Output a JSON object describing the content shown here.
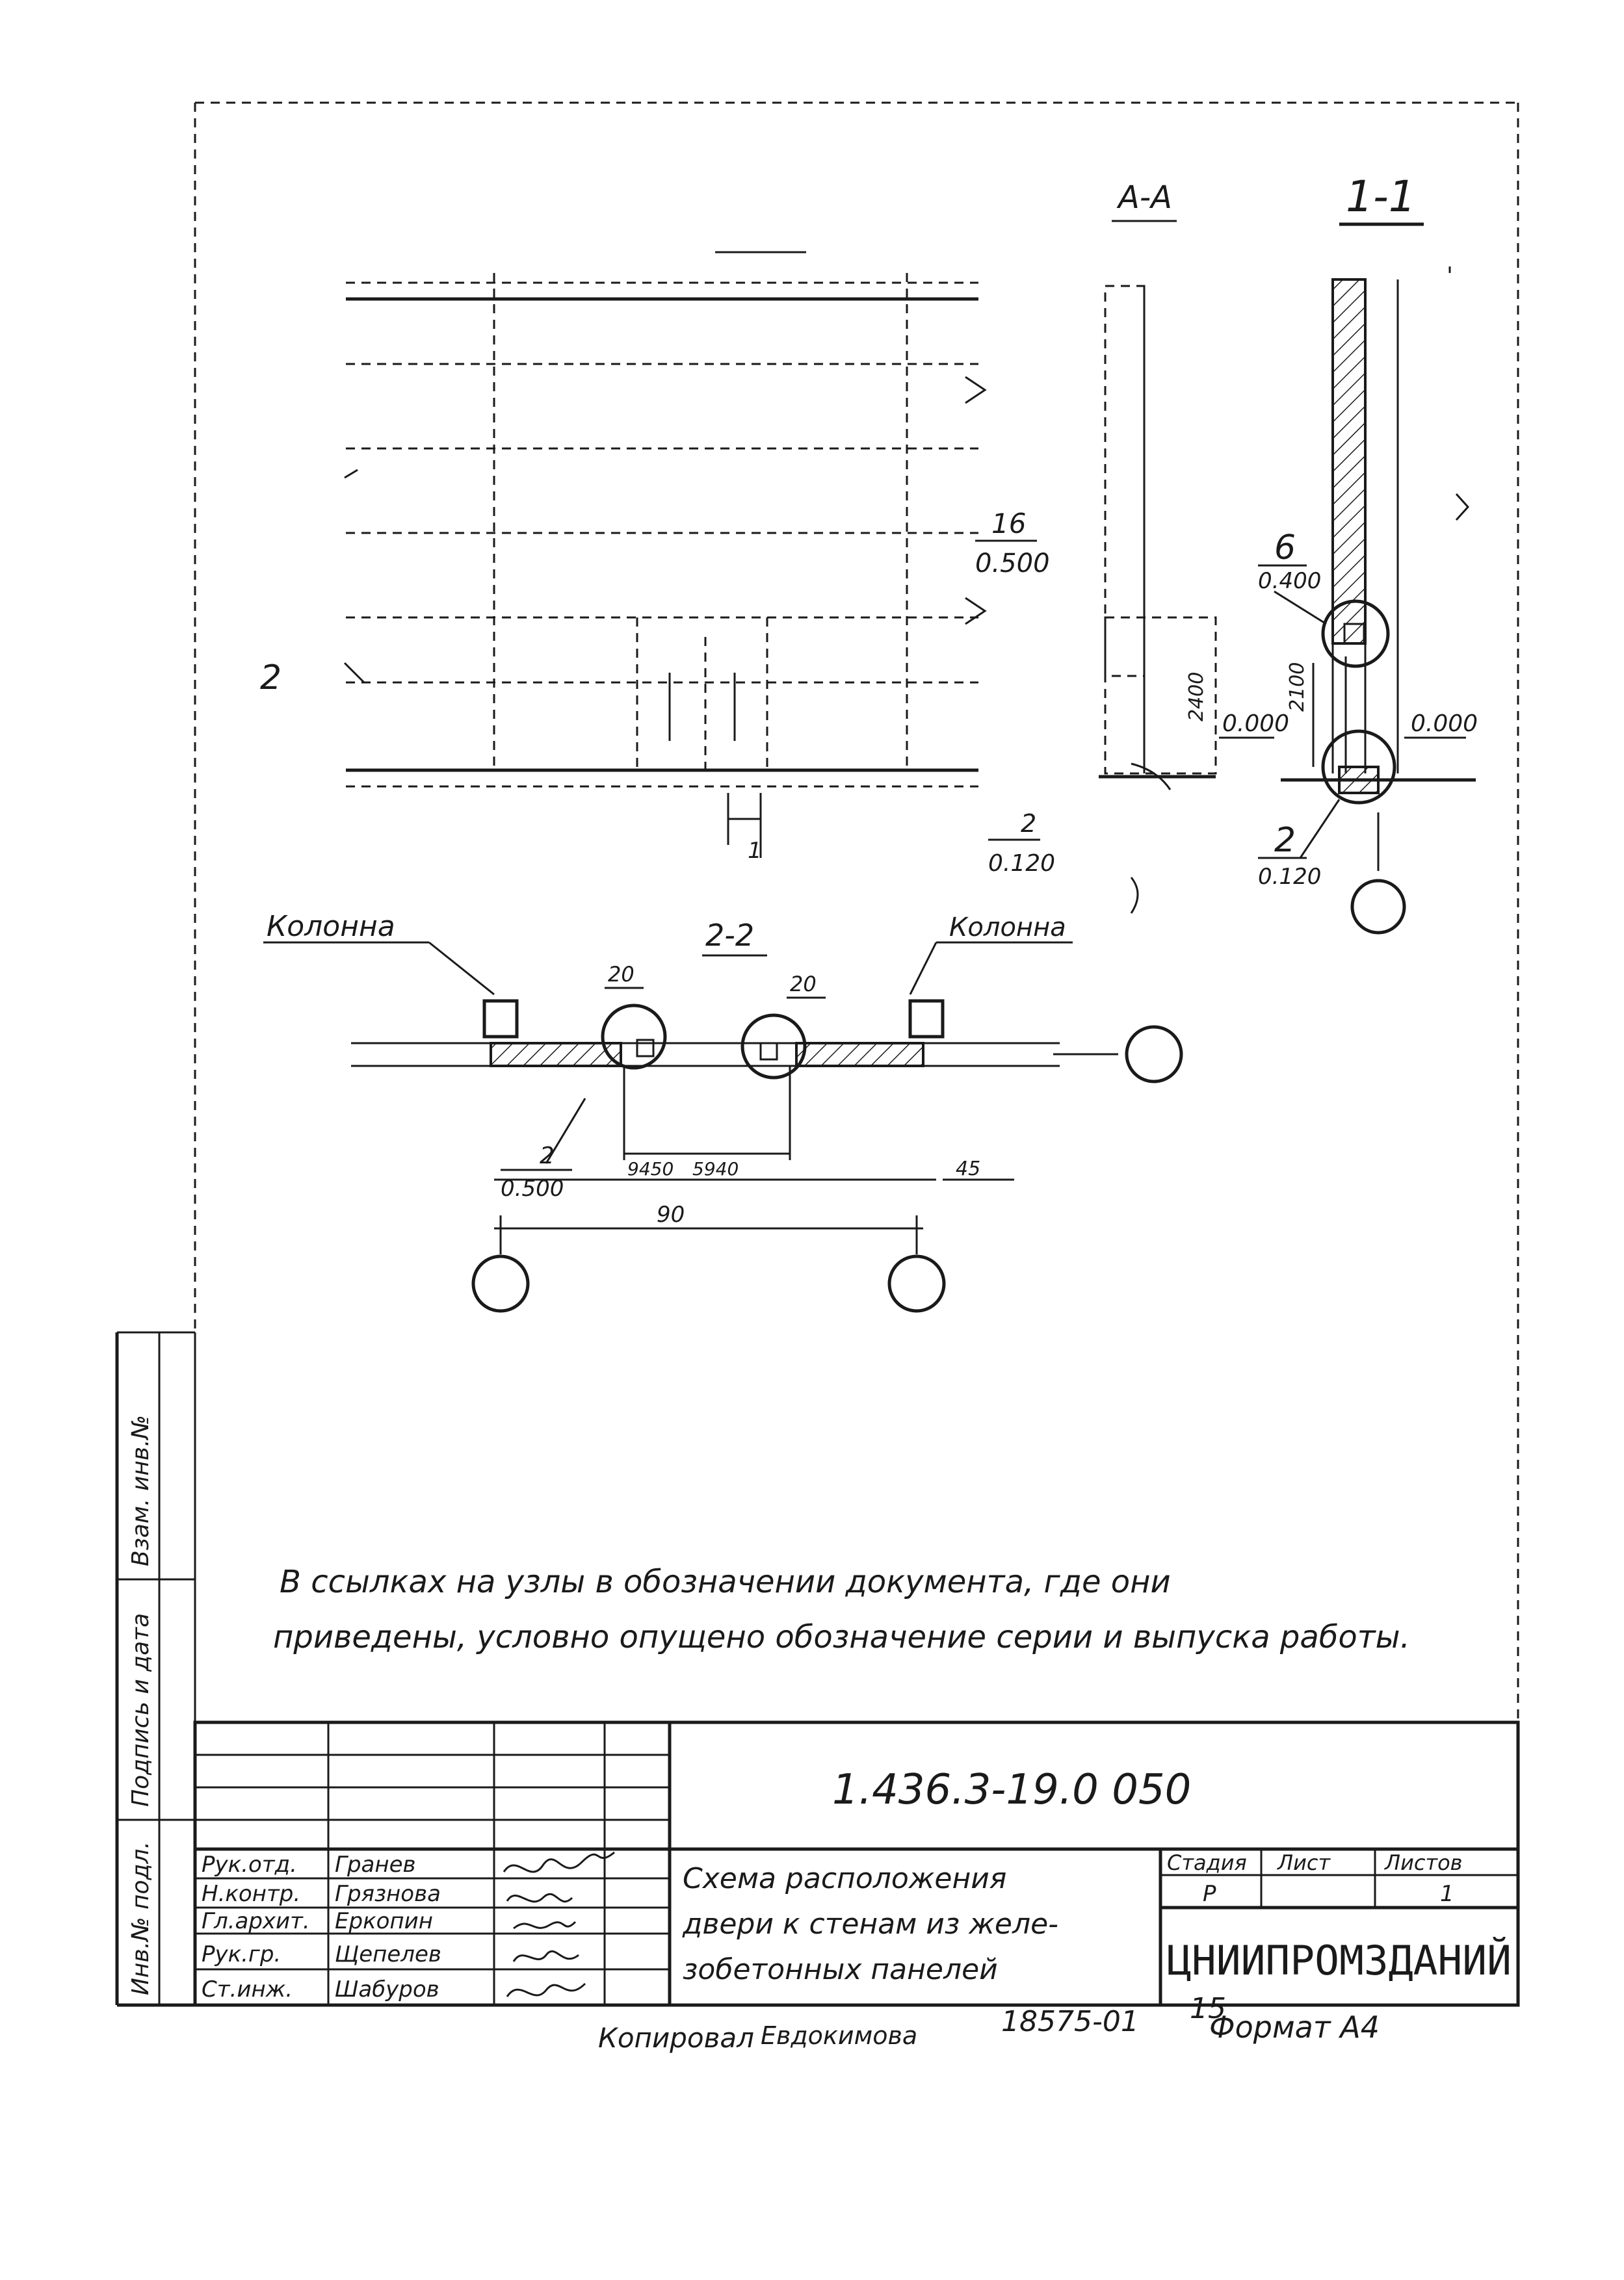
{
  "drawing": {
    "section_labels": {
      "view_a": "А-А",
      "section_1": "1-1",
      "plan": "2-2",
      "plan_left": "2",
      "cut_mark": "1"
    },
    "labels": {
      "column_left": "Колонна",
      "column_right": "Колонна"
    },
    "callouts": {
      "top_plan": {
        "num": "16",
        "doc": "0.500"
      },
      "elev_bottom": {
        "num": "2",
        "doc": "0.120"
      },
      "node_6": {
        "num": "6",
        "doc": "0.400"
      },
      "node_2": {
        "num": "2",
        "doc": "0.120"
      },
      "plan_left": {
        "num": "2",
        "doc": "0.500"
      }
    },
    "levels": {
      "level_left": "0.000",
      "level_right": "0.000"
    },
    "dims": {
      "d_2100": "2100",
      "d_2400": "2400",
      "d_90": "90",
      "d_20a": "20",
      "d_20b": "20",
      "d_9450": "9450",
      "d_5940": "5940",
      "d_45": "45"
    }
  },
  "note": {
    "line1": "В ссылках на узлы в обозначении документа, где они",
    "line2": "приведены, условно опущено обозначение серии и выпуска работы."
  },
  "side_stamp": {
    "inv_podl": "Инв.№ подл.",
    "sign_date": "Подпись и дата",
    "vzam_inv": "Взам. инв.№"
  },
  "title_block": {
    "doc_code": "1.436.3-19.0 050",
    "title_lines": [
      "Схема расположения",
      "двери к стенам из желе-",
      "зобетонных панелей"
    ],
    "headers": {
      "stage": "Стадия",
      "sheet": "Лист",
      "sheets": "Листов"
    },
    "stage_value": "Р",
    "sheets_value": "1",
    "org": "ЦНИИПРОМЗДАНИЙ",
    "signers": [
      {
        "role": "Рук.отд.",
        "name": "Гранев"
      },
      {
        "role": "Н.контр.",
        "name": "Грязнова"
      },
      {
        "role": "Гл.архит.",
        "name": "Еркопин"
      },
      {
        "role": "Рук.гр.",
        "name": "Щепелев"
      },
      {
        "role": "Ст.инж.",
        "name": "Шабуров"
      }
    ]
  },
  "footer": {
    "copied": "Копировал",
    "copier": "Евдокимова",
    "number": "18575-01",
    "page": "15",
    "format": "Формат А4"
  }
}
